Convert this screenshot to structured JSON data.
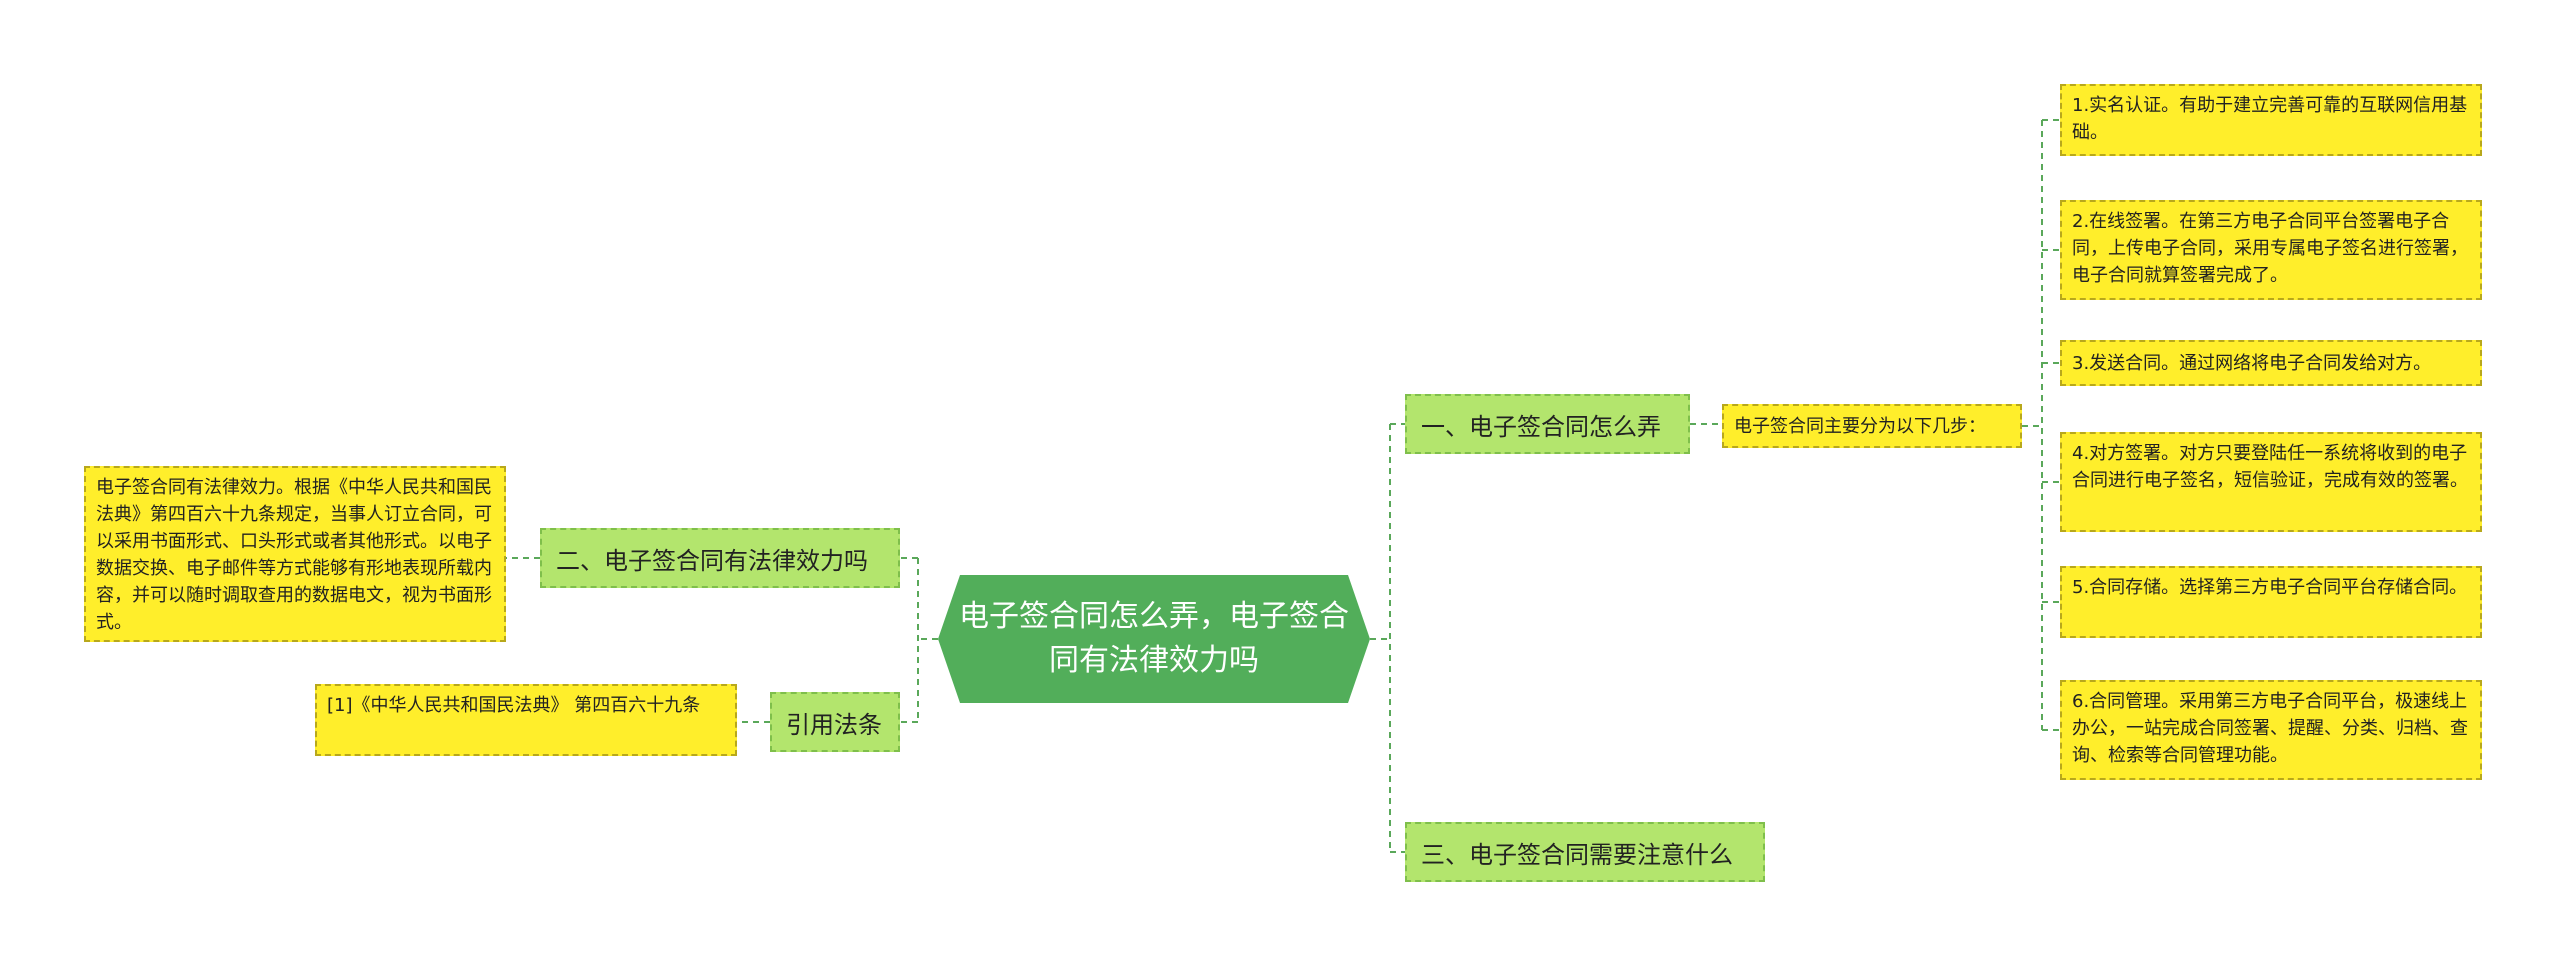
{
  "root": {
    "text": "电子签合同怎么弄，电子签合同有法律效力吗"
  },
  "right": [
    {
      "label": "一、电子签合同怎么弄"
    },
    {
      "label": "三、电子签合同需要注意什么"
    }
  ],
  "sub": {
    "label": "电子签合同主要分为以下几步："
  },
  "steps": [
    "1.实名认证。有助于建立完善可靠的互联网信用基础。",
    "2.在线签署。在第三方电子合同平台签署电子合同，上传电子合同，采用专属电子签名进行签署，电子合同就算签署完成了。",
    "3.发送合同。通过网络将电子合同发给对方。",
    "4.对方签署。对方只要登陆任一系统将收到的电子合同进行电子签名，短信验证，完成有效的签署。",
    "5.合同存储。选择第三方电子合同平台存储合同。",
    "6.合同管理。采用第三方电子合同平台，极速线上办公，一站完成合同签署、提醒、分类、归档、查询、检索等合同管理功能。"
  ],
  "left": [
    {
      "label": "二、电子签合同有法律效力吗",
      "detail": "电子签合同有法律效力。根据《中华人民共和国民法典》第四百六十九条规定，当事人订立合同，可以采用书面形式、口头形式或者其他形式。以电子数据交换、电子邮件等方式能够有形地表现所载内容，并可以随时调取查用的数据电文，视为书面形式。"
    },
    {
      "label": "引用法条",
      "detail": "[1]《中华人民共和国民法典》 第四百六十九条"
    }
  ],
  "colors": {
    "root": "#52ae5a",
    "branch": "#b3e56d",
    "leaf": "#ffee2b",
    "line": "#5aa85a"
  }
}
